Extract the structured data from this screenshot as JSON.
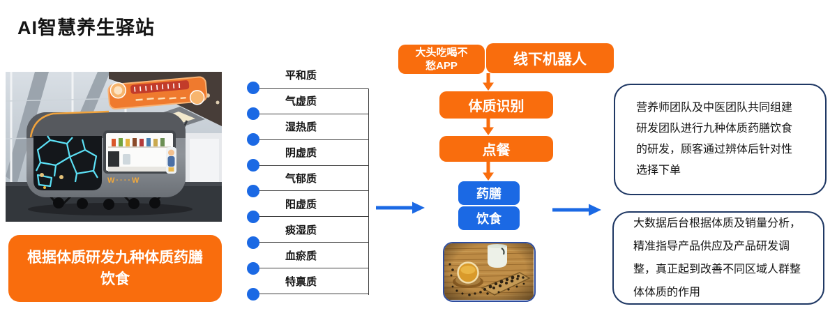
{
  "title": "AI智慧养生驿站",
  "colors": {
    "orange": "#F96D0D",
    "blue": "#1B69E4",
    "navy": "#1F3864",
    "line": "#3d3d3d"
  },
  "images": {
    "station_photo": "smart-health-station-food-truck-photo",
    "tea_photo": "herbal-tea-and-dried-ingredients-photo"
  },
  "slogan": "根据体质研发九种体质药膳饮食",
  "constitutions": [
    "平和质",
    "气虚质",
    "湿热质",
    "阴虚质",
    "气郁质",
    "阳虚质",
    "痰湿质",
    "血瘀质",
    "特禀质"
  ],
  "flow": {
    "app_label": "大头吃喝不愁APP",
    "robot_label": "线下机器人",
    "identify_label": "体质识别",
    "order_label": "点餐",
    "result_top": "药膳",
    "result_bottom": "饮食"
  },
  "panels": [
    "营养师团队及中医团队共同组建研发团队进行九种体质药膳饮食的研发，顾客通过辨体后针对性选择下单",
    "大数据后台根据体质及销量分析，精准指导产品供应及产品研发调整，真正起到改善不同区域人群整体体质的作用"
  ]
}
